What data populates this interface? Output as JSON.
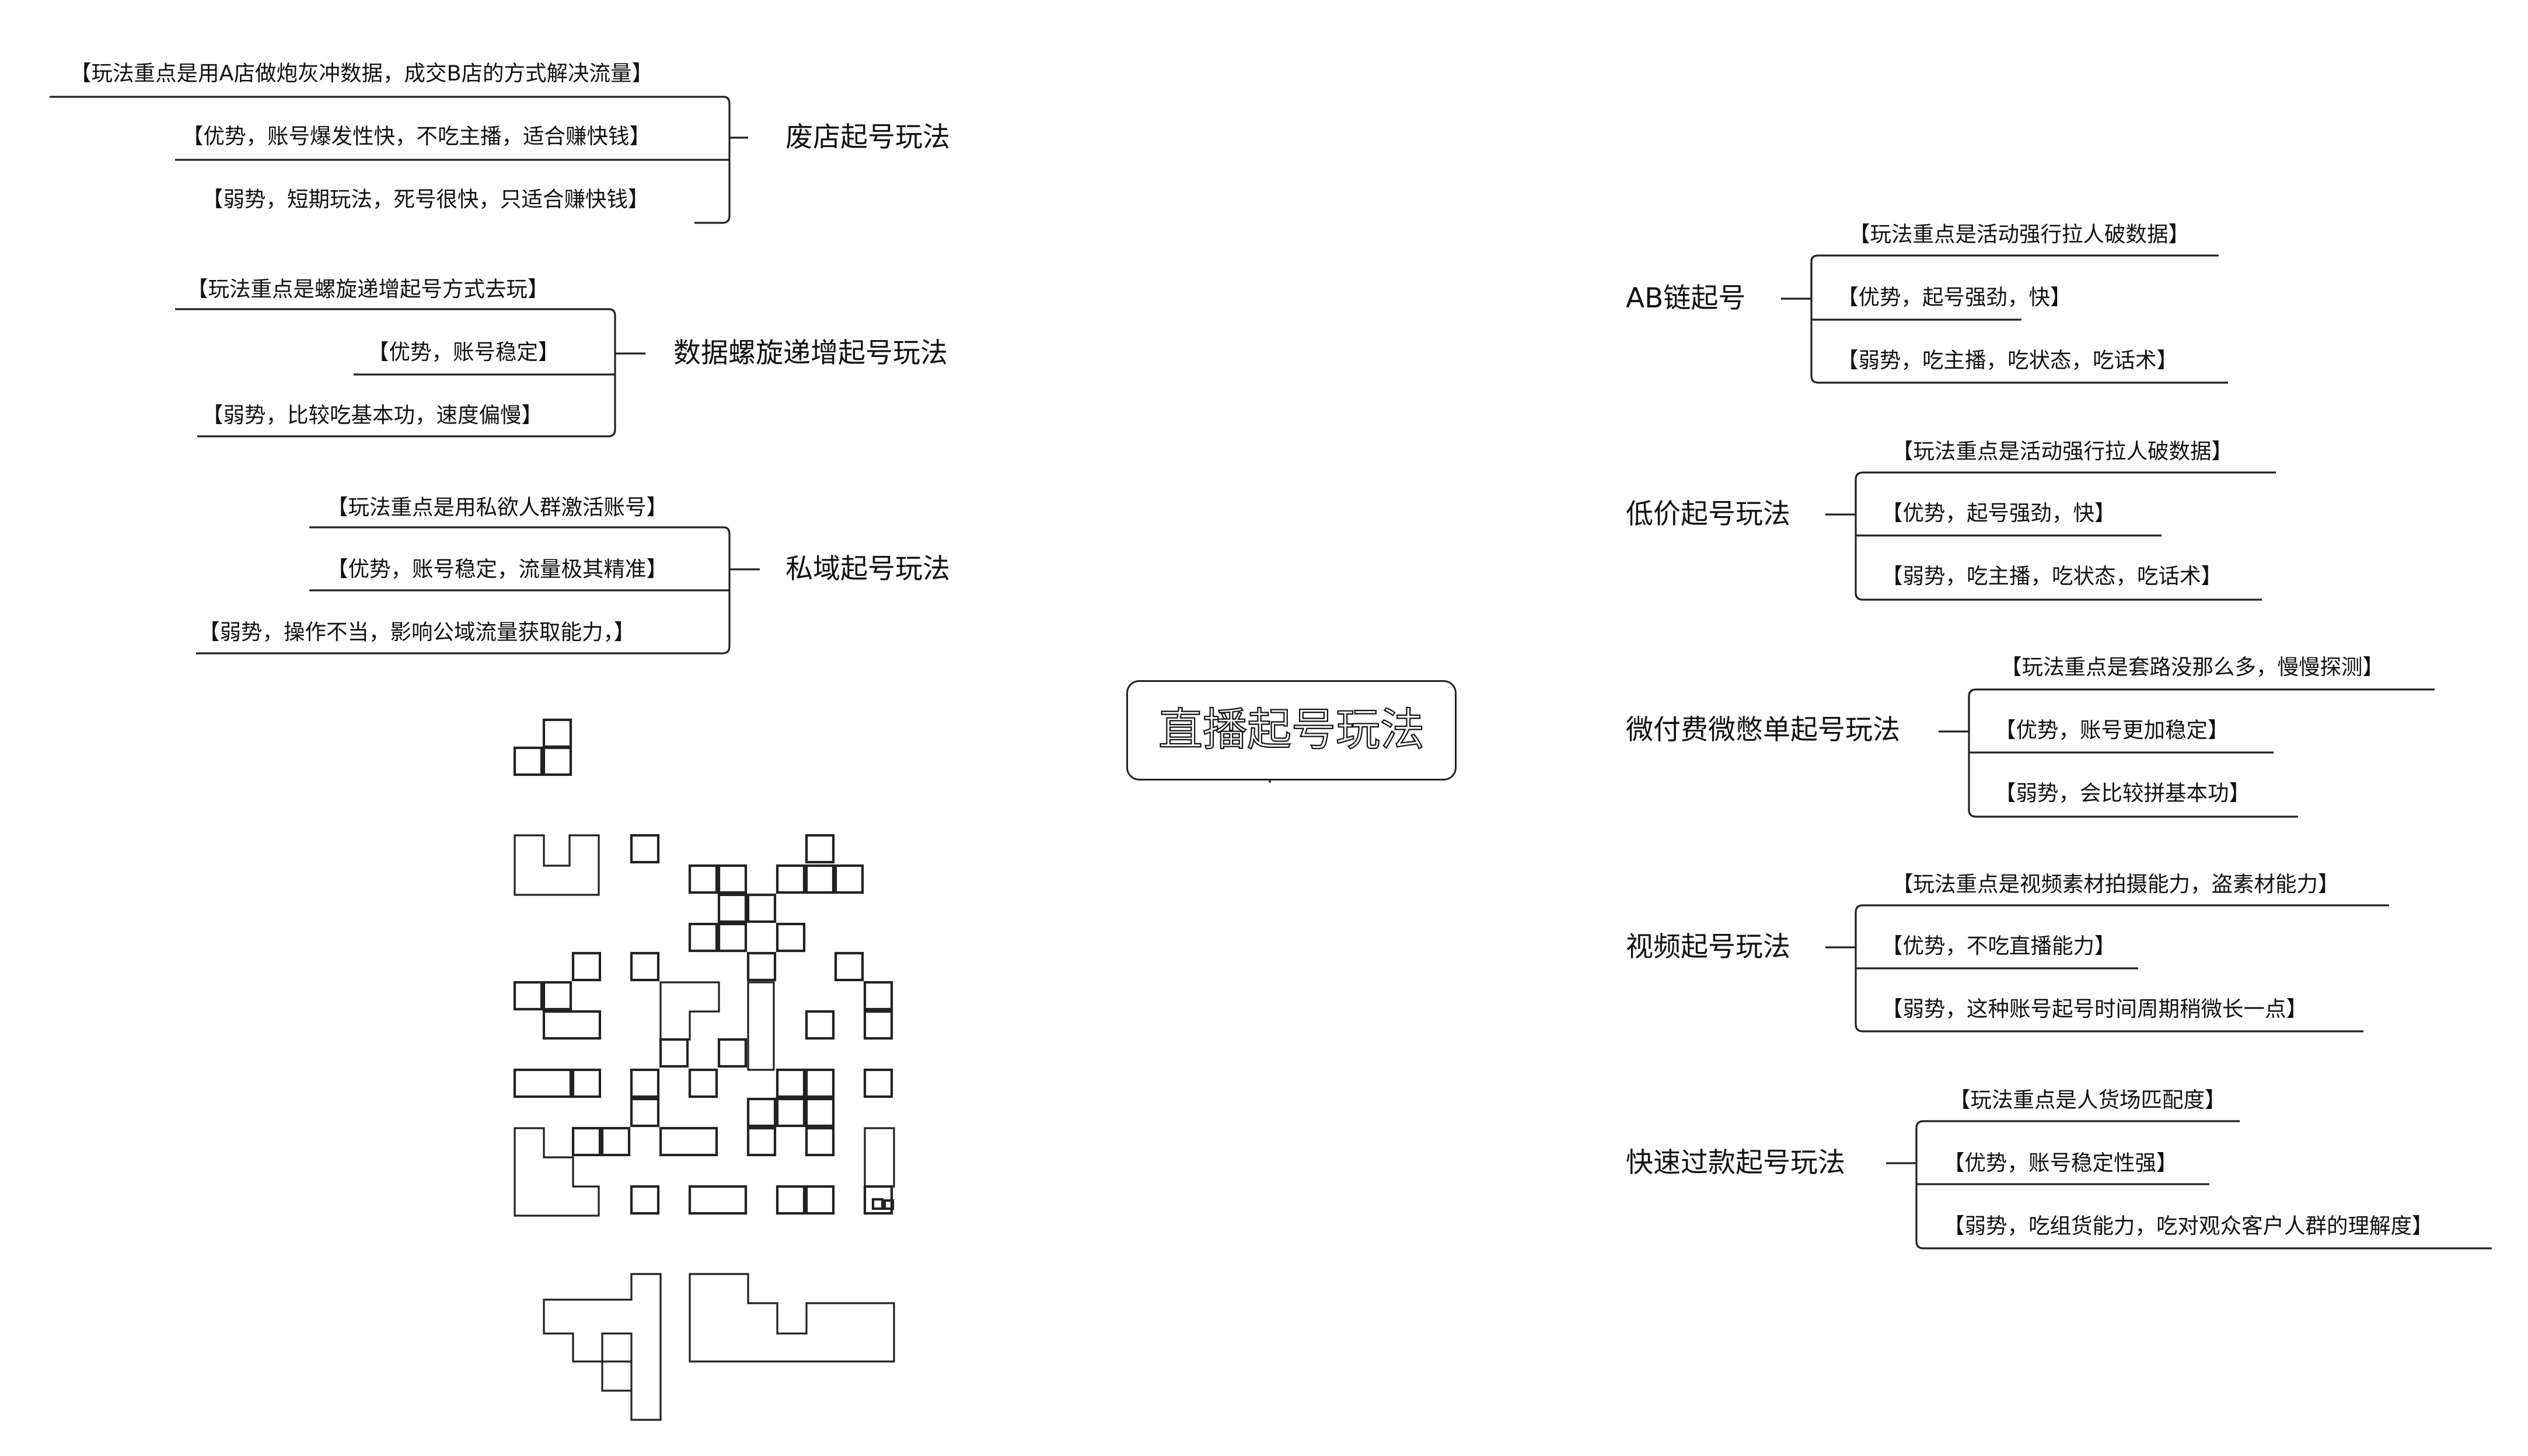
{
  "center": {
    "title": "直播起号玩法"
  },
  "left": [
    {
      "name": "废店起号玩法",
      "items": [
        "【玩法重点是用A店做炮灰冲数据，成交B店的方式解决流量】",
        "【优势，账号爆发性快，不吃主播，适合赚快钱】",
        "【弱势，短期玩法，死号很快，只适合赚快钱】"
      ]
    },
    {
      "name": "数据螺旋递增起号玩法",
      "items": [
        "【玩法重点是螺旋递增起号方式去玩】",
        "【优势，账号稳定】",
        "【弱势，比较吃基本功，速度偏慢】"
      ]
    },
    {
      "name": "私域起号玩法",
      "items": [
        "【玩法重点是用私欲人群激活账号】",
        "【优势，账号稳定，流量极其精准】",
        "【弱势，操作不当，影响公域流量获取能力，】"
      ]
    }
  ],
  "right": [
    {
      "name": "AB链起号",
      "items": [
        "【玩法重点是活动强行拉人破数据】",
        "【优势，起号强劲，快】",
        "【弱势，吃主播，吃状态，吃话术】"
      ]
    },
    {
      "name": "低价起号玩法",
      "items": [
        "【玩法重点是活动强行拉人破数据】",
        "【优势，起号强劲，快】",
        "【弱势，吃主播，吃状态，吃话术】"
      ]
    },
    {
      "name": "微付费微憋单起号玩法",
      "items": [
        "【玩法重点是套路没那么多，慢慢探测】",
        "【优势，账号更加稳定】",
        "【弱势，会比较拼基本功】"
      ]
    },
    {
      "name": "视频起号玩法",
      "items": [
        "【玩法重点是视频素材拍摄能力，盗素材能力】",
        "【优势，不吃直播能力】",
        "【弱势，这种账号起号时间周期稍微长一点】"
      ]
    },
    {
      "name": "快速过款起号玩法",
      "items": [
        "【玩法重点是人货场匹配度】",
        "【优势，账号稳定性强】",
        "【弱势，吃组货能力，吃对观众客户人群的理解度】"
      ]
    }
  ]
}
